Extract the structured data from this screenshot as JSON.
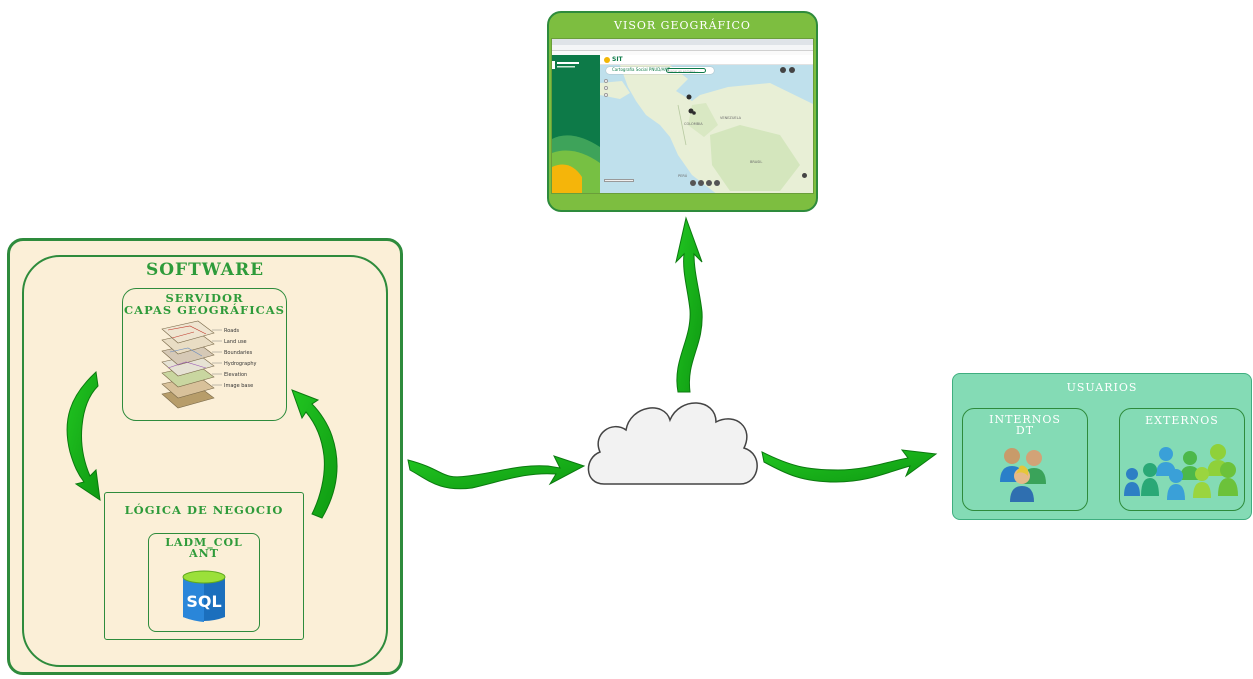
{
  "software": {
    "title": "SOFTWARE",
    "server_title_line1": "SERVIDOR",
    "server_title_line2": "CAPAS GEOGRÁFICAS",
    "layer_labels": [
      "Roads",
      "Land use",
      "Boundaries",
      "Hydrography",
      "Elevation",
      "Image base"
    ],
    "logic_title": "LÓGICA DE NEGOCIO",
    "db_title_line1": "LADM_COL",
    "db_title_line2": "ANT",
    "db_icon_label": "SQL"
  },
  "visor": {
    "title": "VISOR GEOGRÁFICO",
    "app_brand": "SIT",
    "panel_title": "Cartografía Social PNUD/ANT",
    "search_placeholder": "Buscar en el mapa...",
    "map_labels": [
      "COLOMBIA",
      "VENEZUELA",
      "PERÚ",
      "BRASIL"
    ]
  },
  "users": {
    "title": "USUARIOS",
    "internal_line1": "INTERNOS",
    "internal_line2": "DT",
    "external": "EXTERNOS"
  },
  "colors": {
    "software_fill": "#fbefd7",
    "box_border": "#2e8b3c",
    "title_green": "#2e9b3a",
    "arrow_green": "#16b318",
    "visor_green": "#7dbe40",
    "users_fill": "#84dbb5",
    "users_border": "#3fae7f"
  }
}
